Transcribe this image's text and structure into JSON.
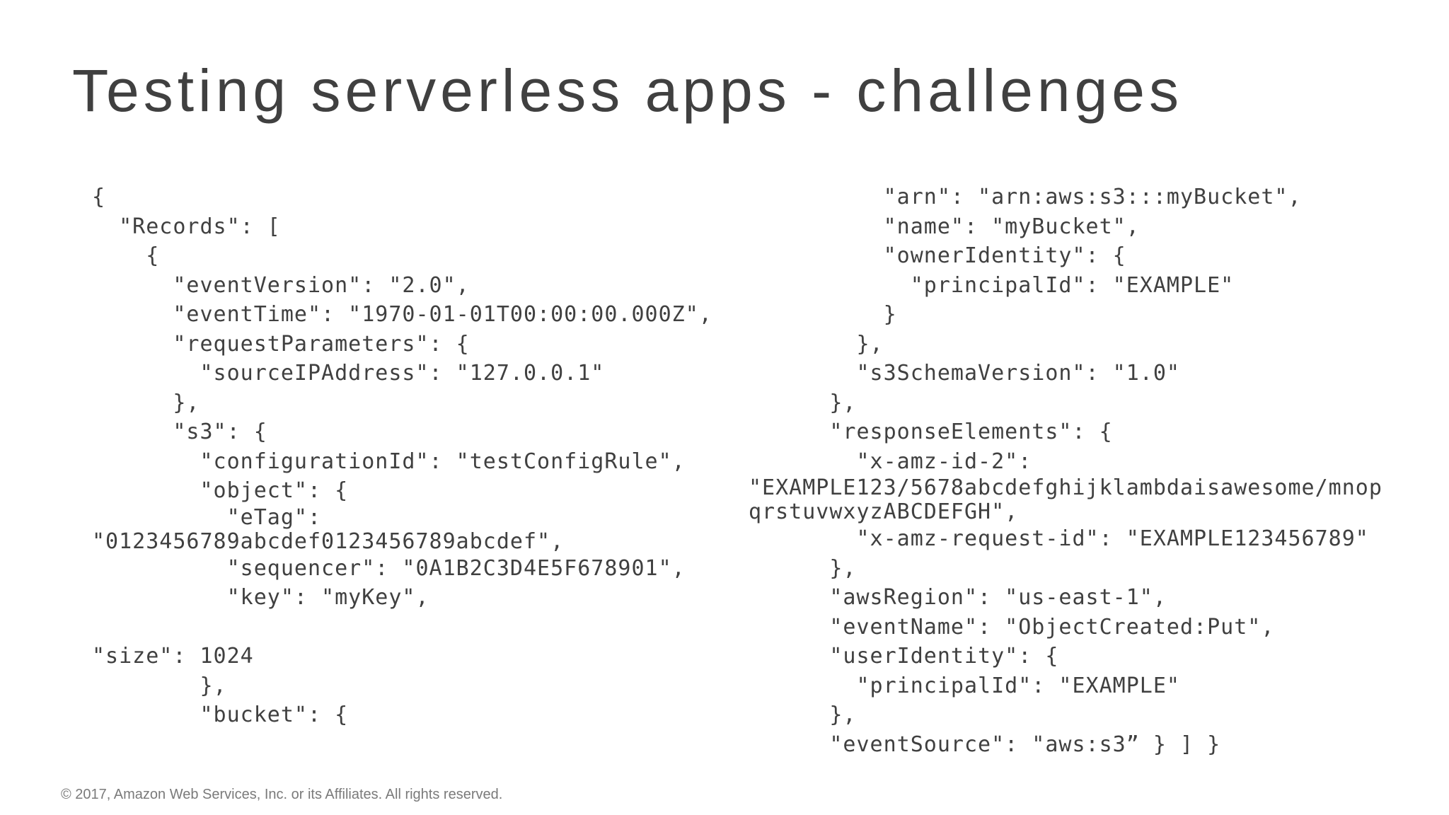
{
  "slide": {
    "title": "Testing serverless apps - challenges",
    "footer": "© 2017, Amazon Web Services, Inc. or its Affiliates. All rights reserved."
  },
  "code": {
    "left": [
      "{",
      "  \"Records\": [",
      "    {",
      "      \"eventVersion\": \"2.0\",",
      "      \"eventTime\": \"1970-01-01T00:00:00.000Z\",",
      "      \"requestParameters\": {",
      "        \"sourceIPAddress\": \"127.0.0.1\"",
      "      },",
      "      \"s3\": {",
      "        \"configurationId\": \"testConfigRule\",",
      "        \"object\": {",
      "          \"eTag\":",
      "\"0123456789abcdef0123456789abcdef\",",
      "          \"sequencer\": \"0A1B2C3D4E5F678901\",",
      "          \"key\": \"myKey\",",
      "",
      "\"size\": 1024",
      "        },",
      "        \"bucket\": {"
    ],
    "right": [
      "          \"arn\": \"arn:aws:s3:::myBucket\",",
      "          \"name\": \"myBucket\",",
      "          \"ownerIdentity\": {",
      "            \"principalId\": \"EXAMPLE\"",
      "          }",
      "        },",
      "        \"s3SchemaVersion\": \"1.0\"",
      "      },",
      "      \"responseElements\": {",
      "        \"x-amz-id-2\":",
      "\"EXAMPLE123/5678abcdefghijklambdaisawesome/mnop",
      "qrstuvwxyzABCDEFGH\",",
      "        \"x-amz-request-id\": \"EXAMPLE123456789\"",
      "      },",
      "      \"awsRegion\": \"us-east-1\",",
      "      \"eventName\": \"ObjectCreated:Put\",",
      "      \"userIdentity\": {",
      "        \"principalId\": \"EXAMPLE\"",
      "      },",
      "      \"eventSource\": \"aws:s3” } ] }"
    ]
  }
}
